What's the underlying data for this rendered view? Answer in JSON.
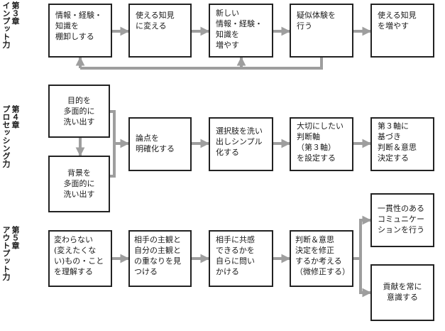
{
  "chapters": [
    {
      "num": "第３章",
      "title": "インプット力"
    },
    {
      "num": "第４章",
      "title": "プロセッシング力"
    },
    {
      "num": "第５章",
      "title": "アウトプット力"
    }
  ],
  "ch3": {
    "box1": "情報・経験・\n知識を\n棚卸しする",
    "box2": "使える知見\nに変える",
    "box3": "新しい\n情報・経験・\n知識を\n増やす",
    "box4": "疑似体験を\n行う",
    "box5": "使える知見\nを増やす"
  },
  "ch4": {
    "box1": "目的を\n多面的に\n洗い出す",
    "box2": "背景を\n多面的に\n洗い出す",
    "box3": "論点を\n明確化する",
    "box4": "選択肢を洗い\n出しシンプル\n化する",
    "box5": "大切にしたい\n判断軸\n（第３軸）\nを設定する",
    "box6": "第３軸に\n基づき\n判断＆意思\n決定する"
  },
  "ch5": {
    "box1": "変わらない\n(変えたくな\nい)もの・こと\nを理解する",
    "box2": "相手の主観と\n自分の主観と\nの重なりを見\nつける",
    "box3": "相手に共感\nできるかを\n自らに問い\nかける",
    "box4": "判断＆意思\n決定を修正\nするか考える\n（微修正する）",
    "box5": "一貫性のある\nコミュニケー\nションを行う",
    "box6": "貢献を常に\n意識する"
  },
  "colors": {
    "arrow": "#9e9e9e",
    "border": "#222222",
    "text": "#1a1a1a"
  }
}
